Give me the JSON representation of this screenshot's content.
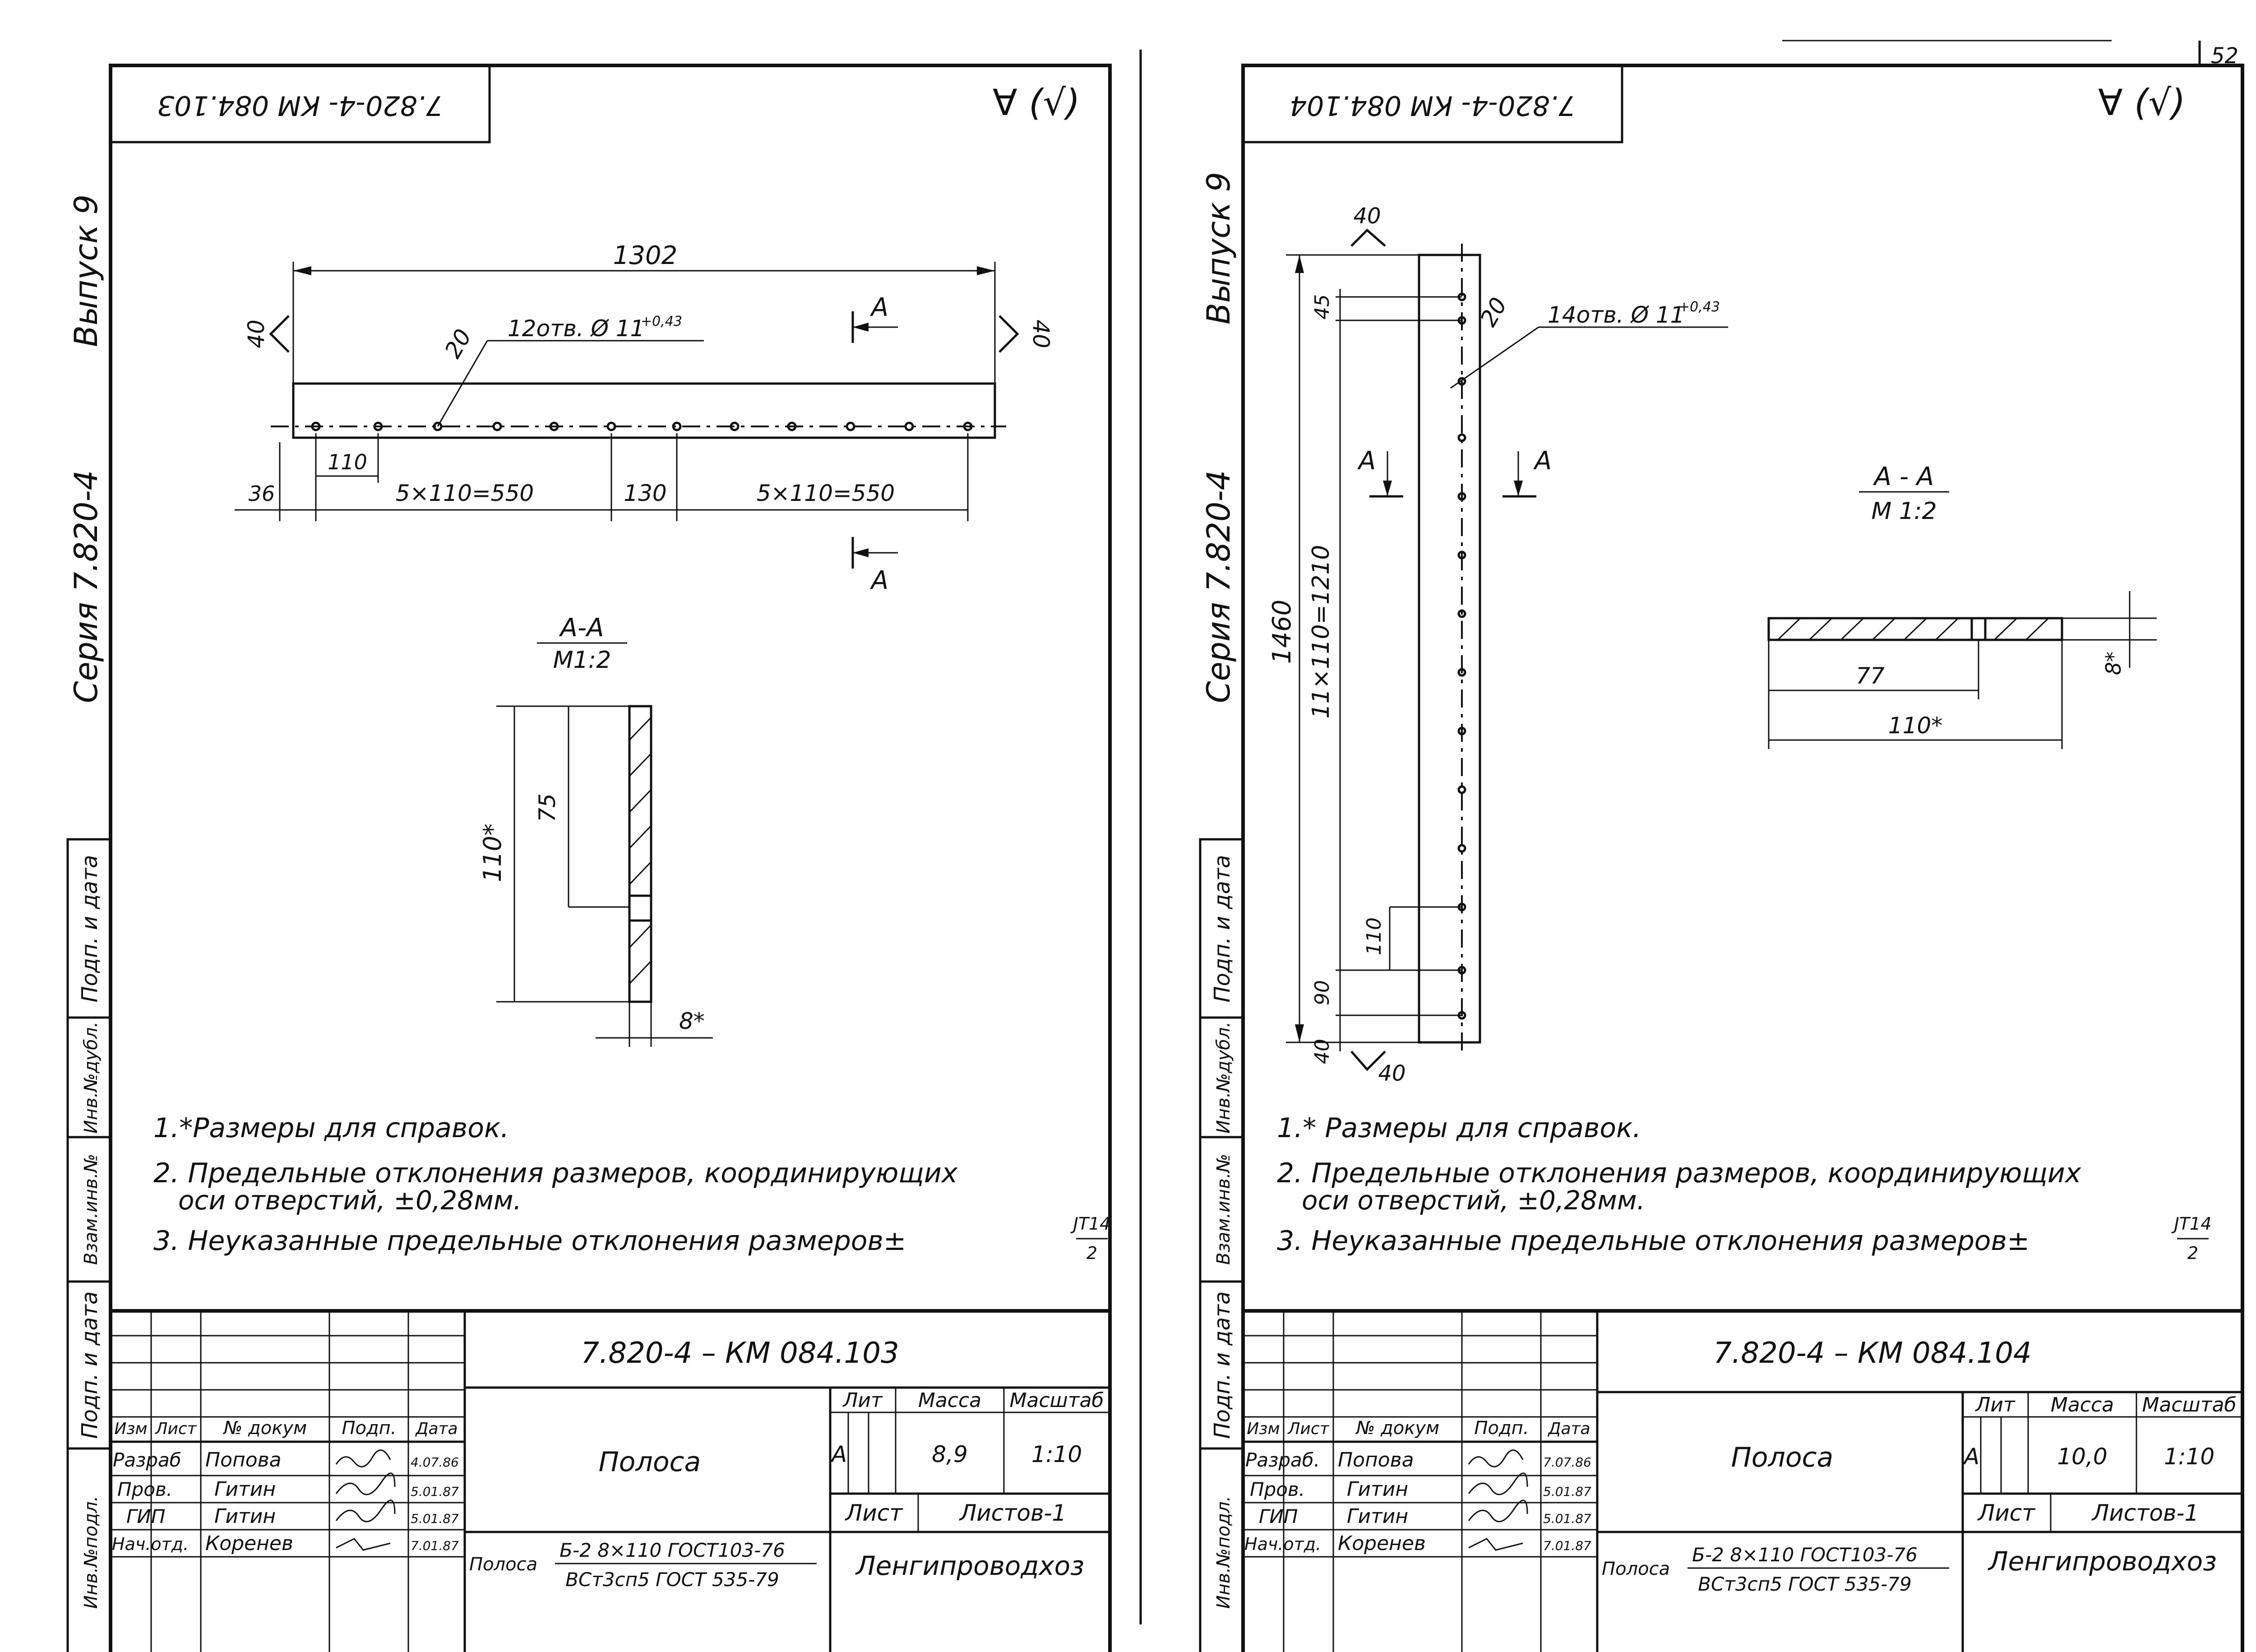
{
  "page_number": "52",
  "sheets": [
    {
      "id": "103",
      "corner_code": "7.820-4- КМ 084.103",
      "side_vypusk": "Выпуск 9",
      "side_seria": "Серия 7.820-4",
      "side_stamps": [
        "Подп. и дата",
        "Инв.№дубл.",
        "Взам.инв.№",
        "Подп. и дата",
        "Инв.№подл."
      ],
      "dims": {
        "overall": "1302",
        "end_left": "40",
        "end_right": "40",
        "holes_note": "12отв. Ø 11",
        "holes_tol": "+0,43",
        "roughness": "20",
        "offset": "36",
        "pitch": "110",
        "group_left": "5×110=550",
        "middle": "130",
        "group_right": "5×110=550"
      },
      "section": {
        "mark": "А",
        "title": "А-А",
        "scale": "М1:2",
        "width": "110*",
        "hole_pos": "75",
        "thickness": "8*"
      },
      "notes": [
        "1.*Размеры для справок.",
        "2. Предельные отклонения размеров, координирующих",
        "оси отверстий, ±0,28мм.",
        "3. Неуказанные предельные отклонения размеров±",
        "JT14",
        "2"
      ],
      "title_block": {
        "doc_code": "7.820-4 – КМ 084.103",
        "headers": [
          "Изм",
          "Лист",
          "№ докум",
          "Подп.",
          "Дата"
        ],
        "rows": [
          {
            "role": "Разраб",
            "name": "Попова",
            "date": "4.07.86"
          },
          {
            "role": "Пров.",
            "name": "Гитин",
            "date": "5.01.87"
          },
          {
            "role": "ГИП",
            "name": "Гитин",
            "date": "5.01.87"
          },
          {
            "role": "Нач.отд.",
            "name": "Коренев",
            "date": "7.01.87"
          }
        ],
        "part_name": "Полоса",
        "lit_label": "Лит",
        "mass_label": "Масса",
        "scale_label": "Масштаб",
        "lit_value": "А",
        "mass_value": "8,9",
        "scale_value": "1:10",
        "sheet_label": "Лист",
        "sheets_label": "Листов-1",
        "material_prefix": "Полоса",
        "material_top": "Б-2 8×110 ГОСТ103-76",
        "material_bottom": "ВСт3сп5 ГОСТ 535-79",
        "org": "Ленгипроводхоз"
      }
    },
    {
      "id": "104",
      "corner_code": "7.820-4- КМ 084.104",
      "side_vypusk": "Выпуск 9",
      "side_seria": "Серия 7.820-4",
      "side_stamps": [
        "Подп. и дата",
        "Инв.№дубл.",
        "Взам.инв.№",
        "Подп. и дата",
        "Инв.№подл."
      ],
      "dims": {
        "overall": "1460",
        "end_top": "40",
        "end_bottom": "40",
        "holes_note": "14отв. Ø 11",
        "holes_tol": "+0,43",
        "roughness": "20",
        "first": "45",
        "group": "11×110=1210",
        "pitch": "110",
        "last": "90",
        "tail": "40"
      },
      "section": {
        "mark": "А",
        "title": "А - А",
        "scale": "М 1:2",
        "width": "110*",
        "hole_pos": "77",
        "thickness": "8*"
      },
      "notes": [
        "1.* Размеры для справок.",
        "2. Предельные отклонения размеров, координирующих",
        "оси отверстий, ±0,28мм.",
        "3. Неуказанные предельные отклонения размеров±",
        "JT14",
        "2"
      ],
      "title_block": {
        "doc_code": "7.820-4 – КМ 084.104",
        "headers": [
          "Изм",
          "Лист",
          "№ докум",
          "Подп.",
          "Дата"
        ],
        "rows": [
          {
            "role": "Разраб.",
            "name": "Попова",
            "date": "7.07.86"
          },
          {
            "role": "Пров.",
            "name": "Гитин",
            "date": "5.01.87"
          },
          {
            "role": "ГИП",
            "name": "Гитин",
            "date": "5.01.87"
          },
          {
            "role": "Нач.отд.",
            "name": "Коренев",
            "date": "7.01.87"
          }
        ],
        "part_name": "Полоса",
        "lit_label": "Лит",
        "mass_label": "Масса",
        "scale_label": "Масштаб",
        "lit_value": "А",
        "mass_value": "10,0",
        "scale_value": "1:10",
        "sheet_label": "Лист",
        "sheets_label": "Листов-1",
        "material_prefix": "Полоса",
        "material_top": "Б-2 8×110 ГОСТ103-76",
        "material_bottom": "ВСт3сп5 ГОСТ 535-79",
        "org": "Ленгипроводхоз"
      }
    }
  ]
}
